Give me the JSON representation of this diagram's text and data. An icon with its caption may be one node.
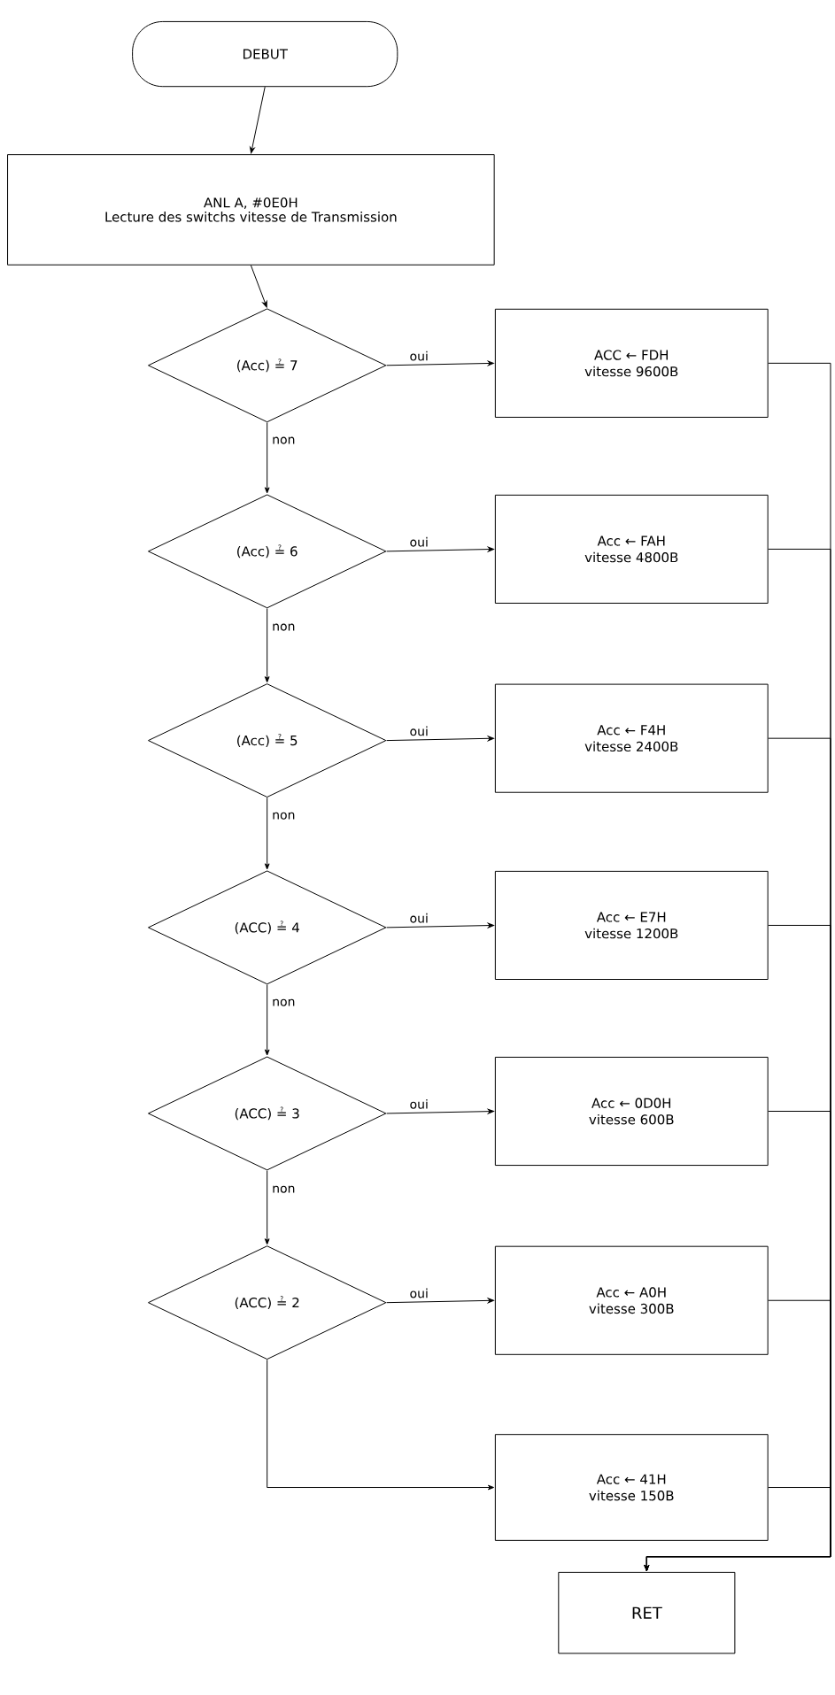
{
  "diagram": {
    "nodes": [
      {
        "text": [
          "DEBUT"
        ]
      },
      {
        "text": [
          "ANL A, #0E0H",
          "Lecture des switchs vitesse de Transmission"
        ]
      },
      {
        "text": [
          "(Acc) ≟ 7"
        ]
      },
      {
        "text": [
          "ACC ← FDH",
          "vitesse 9600B"
        ]
      },
      {
        "text": [
          "(Acc) ≟ 6"
        ]
      },
      {
        "text": [
          "Acc ← FAH",
          "vitesse 4800B"
        ]
      },
      {
        "text": [
          "(Acc) ≟ 5"
        ]
      },
      {
        "text": [
          "Acc ← F4H",
          "vitesse 2400B"
        ]
      },
      {
        "text": [
          "(ACC) ≟ 4"
        ]
      },
      {
        "text": [
          "Acc ← E7H",
          "vitesse 1200B"
        ]
      },
      {
        "text": [
          "(ACC) ≟ 3"
        ]
      },
      {
        "text": [
          "Acc ← 0D0H",
          "vitesse 600B"
        ]
      },
      {
        "text": [
          "(ACC) ≟ 2"
        ]
      },
      {
        "text": [
          "Acc ← A0H",
          "vitesse 300B"
        ]
      },
      {
        "text": [
          "Acc ← 41H",
          "vitesse 150B"
        ]
      },
      {
        "text": [
          "RET"
        ]
      }
    ],
    "edges": [
      {
        "from": 0,
        "to": 1,
        "arrow": "to"
      },
      {
        "from": 1,
        "to": 2,
        "arrow": "to"
      },
      {
        "from": 2,
        "to": 3,
        "arrow": "to",
        "label": "oui"
      },
      {
        "from": 2,
        "to": 4,
        "arrow": "to",
        "label": "non"
      },
      {
        "from": 4,
        "to": 5,
        "arrow": "to",
        "label": "oui"
      },
      {
        "from": 4,
        "to": 6,
        "arrow": "to",
        "label": "non"
      },
      {
        "from": 6,
        "to": 7,
        "arrow": "to",
        "label": "oui"
      },
      {
        "from": 6,
        "to": 8,
        "arrow": "to",
        "label": "non"
      },
      {
        "from": 8,
        "to": 9,
        "arrow": "to",
        "label": "oui"
      },
      {
        "from": 8,
        "to": 10,
        "arrow": "to",
        "label": "non"
      },
      {
        "from": 10,
        "to": 11,
        "arrow": "to",
        "label": "oui"
      },
      {
        "from": 10,
        "to": 12,
        "arrow": "to",
        "label": "non"
      },
      {
        "from": 12,
        "to": 13,
        "arrow": "to",
        "label": "oui"
      },
      {
        "from": 12,
        "to": 14,
        "arrow": "to"
      },
      {
        "from": 3,
        "to": 15,
        "arrow": "to"
      },
      {
        "from": 5,
        "to": 15,
        "arrow": "to"
      },
      {
        "from": 7,
        "to": 15,
        "arrow": "to"
      },
      {
        "from": 9,
        "to": 15,
        "arrow": "to"
      },
      {
        "from": 11,
        "to": 15,
        "arrow": "to"
      },
      {
        "from": 13,
        "to": 15,
        "arrow": "to"
      },
      {
        "from": 14,
        "to": 15,
        "arrow": "to"
      }
    ]
  }
}
